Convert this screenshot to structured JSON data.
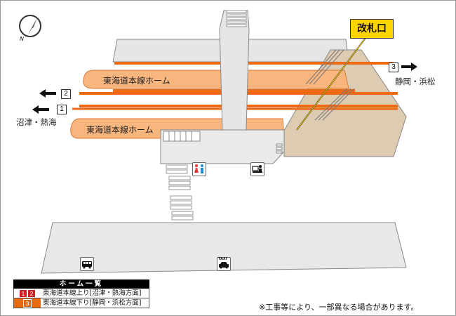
{
  "map": {
    "gate_label": "改札口",
    "platforms": [
      {
        "label": "東海道本線ホーム"
      },
      {
        "label": "東海道本線ホーム"
      }
    ],
    "tracks": [
      {
        "number": "3",
        "direction": "right",
        "destination": "静岡・浜松"
      },
      {
        "number": "2",
        "direction": "left",
        "destination": ""
      },
      {
        "number": "1",
        "direction": "left",
        "destination": "沼津・熱海"
      }
    ],
    "icons": [
      "compass-icon",
      "restroom-icon",
      "ticket-office-icon",
      "bus-icon",
      "taxi-icon"
    ],
    "taxi_text": "TAXI",
    "north_letter": "N",
    "colors": {
      "platform": "#f9b57e",
      "track": "#ee6a14",
      "concourse": "#e3e3e3",
      "gate_area": "#ddcbb2",
      "callout": "#ffd400",
      "badge_12": "#cc1f1f",
      "badge_3": "#e86a10"
    }
  },
  "legend": {
    "title": "ホーム一覧",
    "rows": [
      {
        "badges": [
          "1",
          "2"
        ],
        "badge_color": "#cc1f1f",
        "text": "東海道本線上り[沼津・熱海方面]"
      },
      {
        "badges": [
          "3"
        ],
        "badge_color": "#e86a10",
        "text": "東海道本線下り[静岡・浜松方面]"
      }
    ]
  },
  "note": "※工事等により、一部異なる場合があります。"
}
